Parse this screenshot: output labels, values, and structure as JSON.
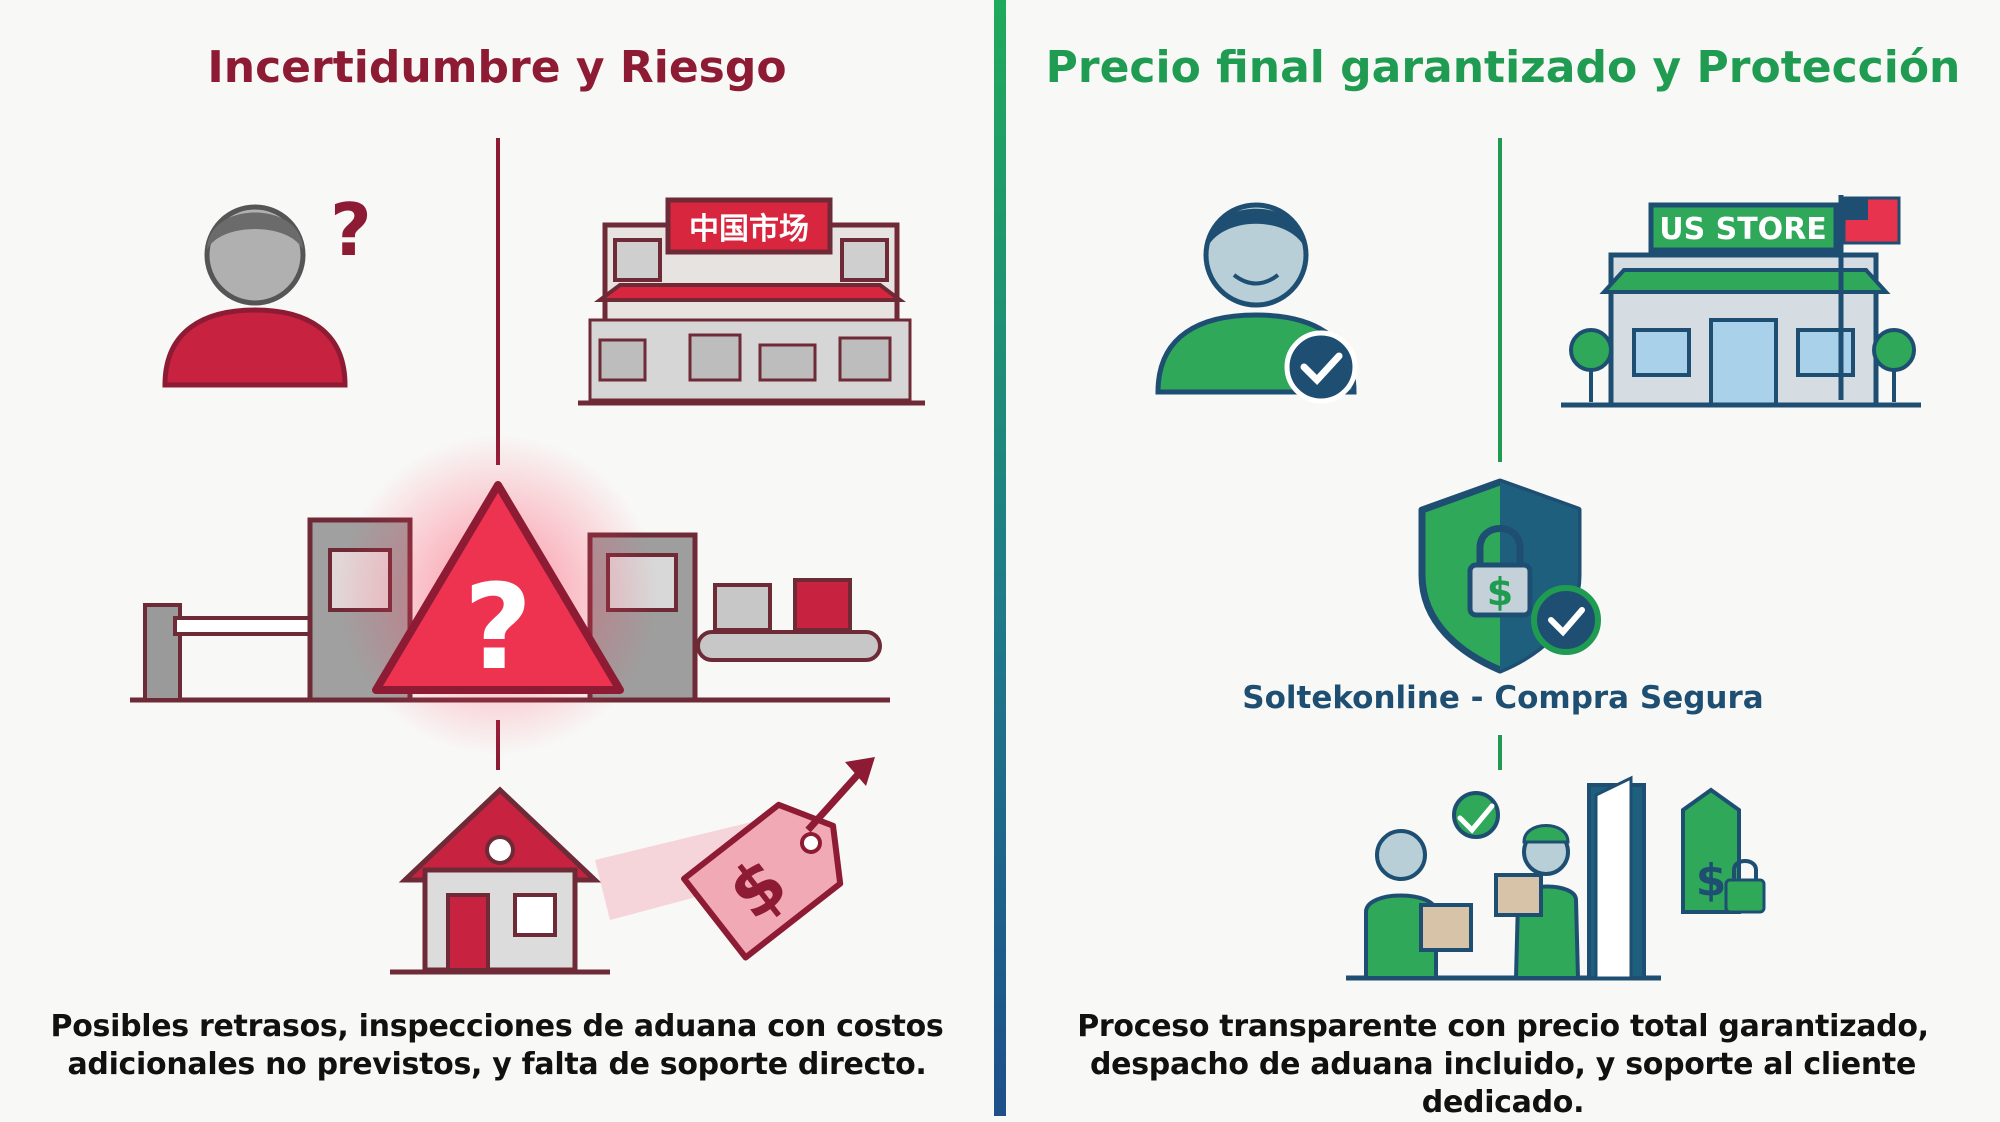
{
  "left": {
    "title": "Incertidumbre y Riesgo",
    "store_sign": "中国市场",
    "caption_lines": [
      "Posibles retrasos, inspecciones de aduana con costos",
      "adicionales no previstos, y falta de soporte directo."
    ],
    "colors": {
      "accent": "#8e1b34",
      "warning": "#e8334f",
      "gray": "#8a8a8a"
    }
  },
  "right": {
    "title": "Precio final garantizado y Protección",
    "store_sign": "US STORE",
    "shield_label": "Soltekonline - Compra Segura",
    "caption_lines": [
      "Proceso transparente con precio total garantizado,",
      "despacho de aduana incluido, y soporte al cliente dedicado."
    ],
    "colors": {
      "accent": "#1f9b52",
      "navy": "#1e4f72"
    }
  }
}
